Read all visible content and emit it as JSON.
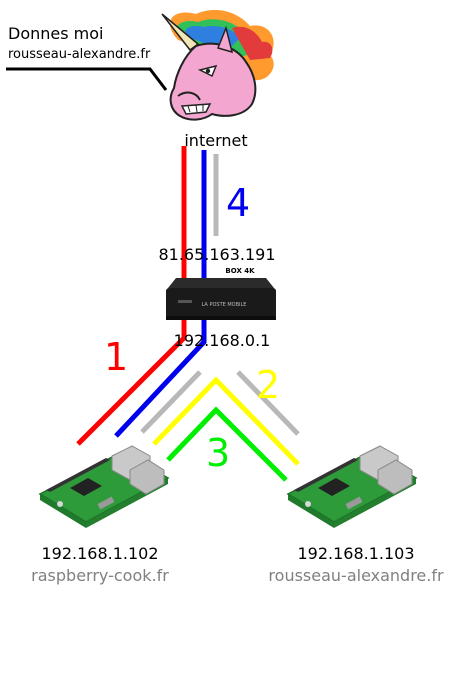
{
  "request": {
    "line1": "Donnes moi",
    "line2": "rousseau-alexandre.fr"
  },
  "internet_label": "internet",
  "box": {
    "public_ip": "81.65.163.191",
    "local_ip": "192.168.0.1",
    "model_badge": "BOX 4K",
    "brand_text": "LA POSTE MOBILE"
  },
  "flows": {
    "step1": "1",
    "step2": "2",
    "step3": "3",
    "step4": "4"
  },
  "colors": {
    "step1": "#ff0000",
    "step2": "#ffff00",
    "step3": "#00ee00",
    "step4": "#0000ee",
    "return_path": "#b8b8b8"
  },
  "left_pi": {
    "ip": "192.168.1.102",
    "domain": "raspberry-cook.fr"
  },
  "right_pi": {
    "ip": "192.168.1.103",
    "domain": "rousseau-alexandre.fr"
  }
}
